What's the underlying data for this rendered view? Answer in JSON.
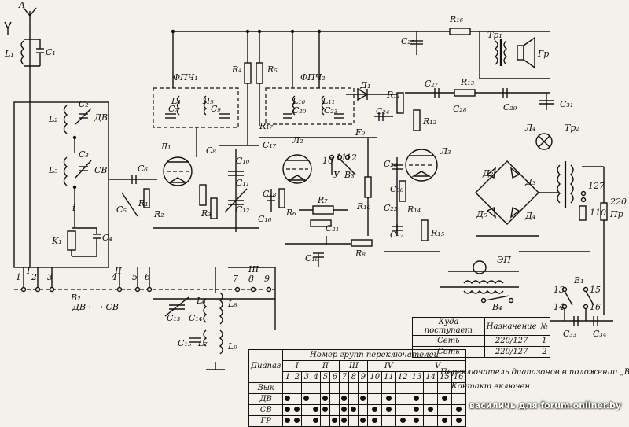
{
  "labels": {
    "ant": "A",
    "L1": "L₁",
    "C1": "C₁",
    "L2": "L₂",
    "C2": "C₂",
    "DV": "ДВ",
    "L3": "L₃",
    "C3": "C₃",
    "SV": "СВ",
    "i": "i",
    "K1": "K₁",
    "C4": "C₄",
    "C5": "C₅",
    "C6": "C₆",
    "R1": "R₁",
    "R2": "R₂",
    "R3": "R₃",
    "L4": "L₄",
    "L5": "Л₅",
    "C7": "C₇",
    "C9": "C₉",
    "FPCH1": "ФПЧ₁",
    "FPCH2": "ФПЧ₂",
    "L10": "L₁₀",
    "L11": "L₁₁",
    "C20": "C₂₀",
    "C23": "C₂₃",
    "R4": "R₄",
    "R5": "R₅",
    "C8": "C₈",
    "C10": "C₁₀",
    "C11": "C₁₁",
    "C12": "C₁₂",
    "L1tube": "Л₁",
    "L2tube": "Л₂",
    "L3tube": "Л₃",
    "L4lamp": "Л₄",
    "C17": "C₁₇",
    "R17": "R₁₇",
    "C18": "C₁₈",
    "R6": "R₆",
    "C16": "C₁₆",
    "D1": "Д₁",
    "R11": "R₁₁",
    "C24": "C₂₄",
    "F9": "F₉",
    "R12": "R₁₂",
    "C27": "C₂₇",
    "R13": "R₁₃",
    "C28": "C₂₈",
    "C29": "C₂₉",
    "C31": "C₃₁",
    "C25": "C₂₅",
    "R16": "R₁₆",
    "TR1": "Тр₁",
    "GR": "Гр",
    "C26": "C₂₆",
    "C30": "C₃₀",
    "R14": "R₁₄",
    "R15": "R₁₅",
    "C32": "C₃₂",
    "R7": "R₇",
    "R10": "R₁₀",
    "R8": "R₈",
    "C21": "C₂₁",
    "C19": "C₁₉",
    "C22": "C₂₂",
    "V3": "В₃",
    "V2": "В₂",
    "V1": "В₁",
    "V4": "В₄",
    "V5": "У",
    "D2": "Д₂",
    "D3": "Д₃",
    "D4": "Д₄",
    "D5": "Д₅",
    "TR2": "Тр₂",
    "EP": "ЭП",
    "n127": "127",
    "n220": "220",
    "n110": "110",
    "PR": "Пр",
    "C33": "C₃₃",
    "C34": "C₃₄",
    "C13": "C₁₃",
    "C14": "C₁₄",
    "C15": "C₁₅",
    "L6": "L₆",
    "L7": "L₇",
    "L8": "L₈",
    "L9": "L₉",
    "sw_I": "I",
    "sw_II": "II",
    "sw_III": "III",
    "sw_IV": "IV",
    "dvsv": "ДВ ←→ СВ",
    "n1": "1",
    "n2": "2",
    "n3": "3",
    "n4": "4",
    "n5": "5",
    "n6": "6",
    "n7": "7",
    "n8": "8",
    "n9": "9",
    "n10": "10",
    "n11": "11",
    "n12": "12",
    "n13": "13",
    "n14": "14",
    "n15": "15",
    "n16": "16"
  },
  "supply_table": {
    "headers": [
      "Куда поступает",
      "Назначение",
      "№"
    ],
    "rows": [
      [
        "Сеть",
        "220/127",
        "1"
      ],
      [
        "Сеть",
        "220/127",
        "2"
      ]
    ]
  },
  "switch_table": {
    "corner": "Диапаз",
    "title": "Номер групп переключателей",
    "groups": [
      "I",
      "II",
      "III",
      "IV",
      "V"
    ],
    "numbers": [
      "1",
      "2",
      "3",
      "4",
      "5",
      "6",
      "7",
      "8",
      "9",
      "10",
      "11",
      "12",
      "13",
      "14",
      "15",
      "16"
    ],
    "rows": [
      {
        "name": "Вык",
        "dots": [
          0,
          0,
          0,
          0,
          0,
          0,
          0,
          0,
          0,
          0,
          0,
          0,
          0,
          0,
          0,
          0
        ]
      },
      {
        "name": "ДВ",
        "dots": [
          1,
          0,
          1,
          0,
          1,
          0,
          1,
          0,
          1,
          0,
          1,
          0,
          1,
          0,
          1,
          0
        ]
      },
      {
        "name": "СВ",
        "dots": [
          1,
          1,
          0,
          1,
          1,
          0,
          1,
          1,
          0,
          1,
          1,
          0,
          1,
          1,
          0,
          1
        ]
      },
      {
        "name": "ГР",
        "dots": [
          1,
          1,
          0,
          1,
          0,
          1,
          1,
          0,
          1,
          1,
          0,
          1,
          1,
          0,
          1,
          1
        ]
      }
    ]
  },
  "notes": {
    "line1": "Переключатель диапазонов в положении „Вык",
    "line2": "Контакт  включен"
  },
  "caption": "василичь для forum.onliner.by"
}
